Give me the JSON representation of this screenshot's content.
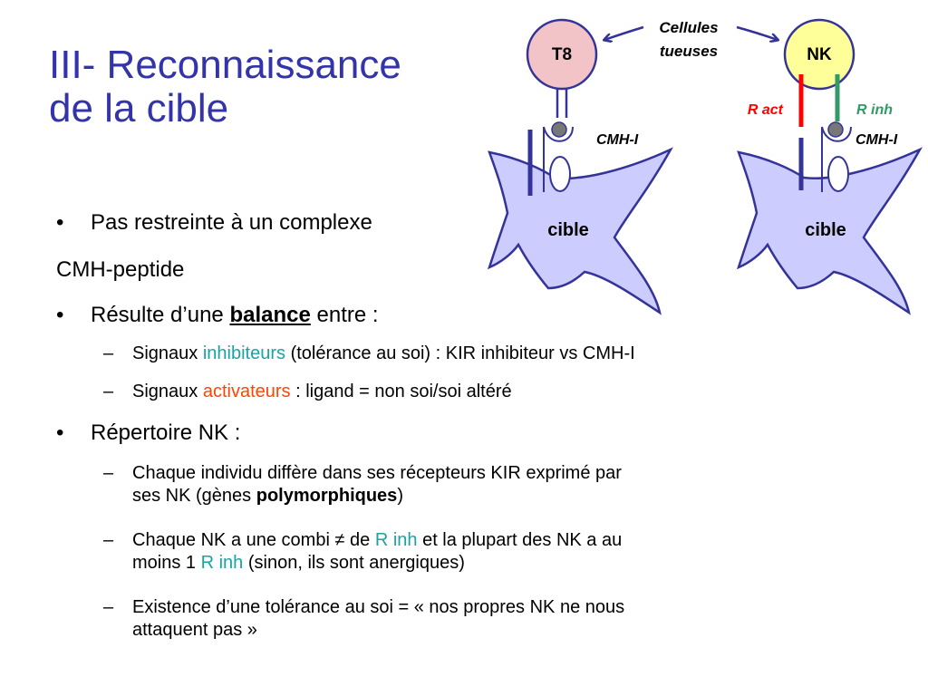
{
  "slide": {
    "title_line1": "III- Reconnaissance",
    "title_line2": "de la cible"
  },
  "diagram": {
    "cellules_line1": "Cellules",
    "cellules_line2": "tueuses",
    "t8_label": "T8",
    "nk_label": "NK",
    "cmh_left": "CMH-I",
    "cmh_right": "CMH-I",
    "r_act": "R act",
    "r_inh": "R inh",
    "cible_left": "cible",
    "cible_right": "cible",
    "colors": {
      "t8_fill": "#f2c4c8",
      "nk_fill": "#ffff99",
      "cell_outline": "#333399",
      "target_fill": "#ccccff",
      "r_act": "#ff0000",
      "r_inh": "#339966",
      "receptor_dot": "#777777"
    }
  },
  "bullets": {
    "b1": "Pas restreinte à un complexe",
    "b1_cont": "CMH-peptide",
    "b2_pre": "Résulte d’une ",
    "b2_bold": "balance",
    "b2_post": " entre :",
    "s1_pre": "Signaux ",
    "s1_hl": "inhibiteurs",
    "s1_post": " (tolérance au soi) : KIR inhibiteur vs CMH-I",
    "s2_pre": "Signaux ",
    "s2_hl": "activateurs",
    "s2_post": " : ligand = non soi/soi altéré",
    "b3": "Répertoire NK :",
    "s3_l1": "Chaque individu diffère dans ses récepteurs KIR exprimé par",
    "s3_l2_pre": "ses NK (gènes ",
    "s3_l2_bold": "polymorphiques",
    "s3_l2_post": ")",
    "s4_l1_pre": "Chaque NK a une combi ≠ de ",
    "s4_l1_hl": "R inh",
    "s4_l1_post": " et la plupart des NK a au",
    "s4_l2_pre": "moins 1 ",
    "s4_l2_hl": "R inh",
    "s4_l2_post": " (sinon, ils sont anergiques)",
    "s5_l1": "Existence d’une tolérance au soi = « nos propres NK ne nous",
    "s5_l2": "attaquent pas »"
  }
}
